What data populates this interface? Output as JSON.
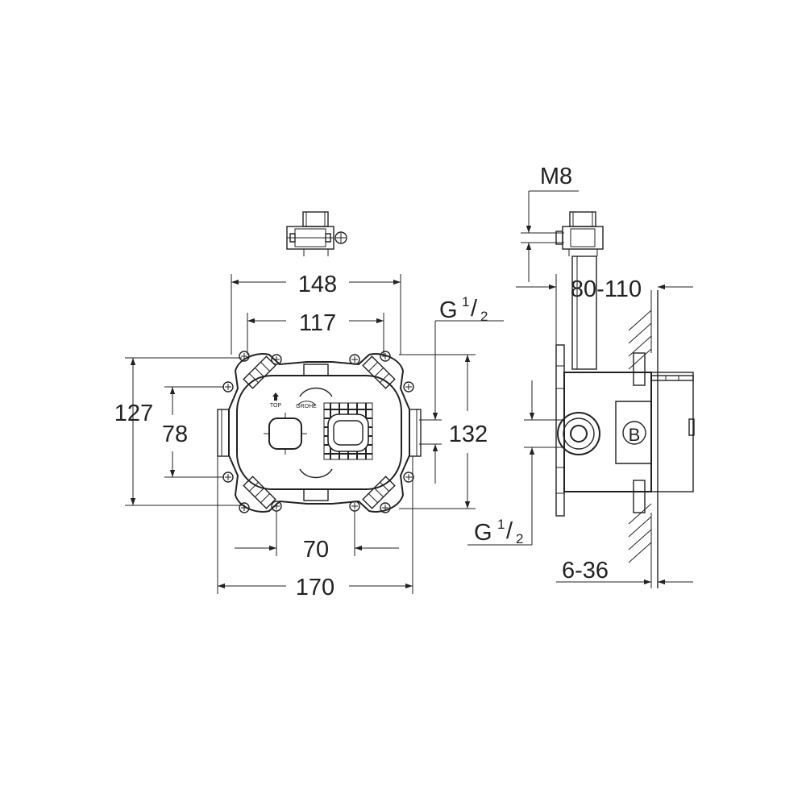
{
  "front_view": {
    "dim_width_148": "148",
    "dim_width_117": "117",
    "dim_height_127": "127",
    "dim_height_78": "78",
    "dim_70": "70",
    "dim_170": "170",
    "dim_132": "132",
    "thread_label": "G",
    "thread_fraction_num": "1",
    "thread_fraction_sep": "/",
    "thread_fraction_den": "2",
    "top_marker": "TOP",
    "brand_logo": "GROHE"
  },
  "side_view": {
    "dim_m8": "M8",
    "dim_80_110": "80-110",
    "dim_6_36": "6-36",
    "thread_label": "G",
    "thread_fraction_num": "1",
    "thread_fraction_sep": "/",
    "thread_fraction_den": "2",
    "badge_letter": "B"
  }
}
